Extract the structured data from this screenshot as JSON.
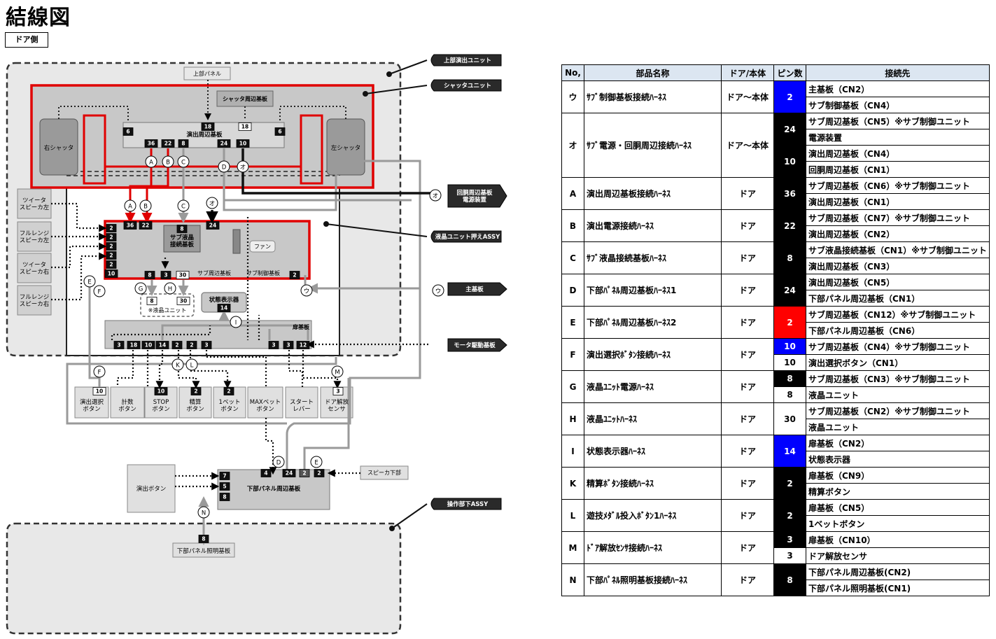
{
  "title": "結線図",
  "subtitle": "ドア側",
  "colors": {
    "harness_red": "#e00000",
    "gray_line": "#9a9a9a",
    "panel": "#c8c8c8",
    "pin_blue": "#0000ff",
    "pin_red": "#ff0000"
  },
  "diagram": {
    "callouts": [
      {
        "text": "上部演出ユニット"
      },
      {
        "text": "シャッタユニット"
      },
      {
        "text": "回胴周辺基板\n電源装置"
      },
      {
        "text": "液晶ユニット押えASSY"
      },
      {
        "text": "主基板"
      },
      {
        "text": "モータ駆動基板"
      },
      {
        "text": "操作部下ASSY"
      }
    ],
    "boxes": [
      {
        "text": "上部パネル"
      },
      {
        "text": "シャッタ周辺基板"
      },
      {
        "text": "右シャッタ"
      },
      {
        "text": "左シャッタ"
      },
      {
        "text": "演出周辺基板"
      },
      {
        "text": "ツイータ\nスピーカ左"
      },
      {
        "text": "フルレンジ\nスピーカ左"
      },
      {
        "text": "ツイータ\nスピーカ右"
      },
      {
        "text": "フルレンジ\nスピーカ右"
      },
      {
        "text": "サブ液晶\n接続基板"
      },
      {
        "text": "ファン"
      },
      {
        "text": "サブ周辺基板"
      },
      {
        "text": "サブ制御基板"
      },
      {
        "text": "※液晶ユニット"
      },
      {
        "text": "状態表示器"
      },
      {
        "text": "扉基板"
      },
      {
        "text": "演出選択\nボタン"
      },
      {
        "text": "計数\nボタン"
      },
      {
        "text": "STOP\nボタン"
      },
      {
        "text": "精算\nボタン"
      },
      {
        "text": "1ベット\nボタン"
      },
      {
        "text": "MAXベット\nボタン"
      },
      {
        "text": "スタート\nレバー"
      },
      {
        "text": "ドア解放\nセンサ"
      },
      {
        "text": "演出ボタン"
      },
      {
        "text": "下部パネル周辺基板"
      },
      {
        "text": "スピーカ下部"
      },
      {
        "text": "下部パネル照明基板"
      }
    ],
    "pins": [
      {
        "text": "18"
      },
      {
        "text": "18"
      },
      {
        "text": "6"
      },
      {
        "text": "6"
      },
      {
        "text": "36"
      },
      {
        "text": "22"
      },
      {
        "text": "8"
      },
      {
        "text": "24"
      },
      {
        "text": "10"
      },
      {
        "text": "36"
      },
      {
        "text": "22"
      },
      {
        "text": "8"
      },
      {
        "text": "24"
      },
      {
        "text": "2"
      },
      {
        "text": "2"
      },
      {
        "text": "2"
      },
      {
        "text": "2"
      },
      {
        "text": "2"
      },
      {
        "text": "10"
      },
      {
        "text": "8"
      },
      {
        "text": "3"
      },
      {
        "text": "30"
      },
      {
        "text": "2"
      },
      {
        "text": "8"
      },
      {
        "text": "30"
      },
      {
        "text": "14"
      },
      {
        "text": "3"
      },
      {
        "text": "18"
      },
      {
        "text": "10"
      },
      {
        "text": "14"
      },
      {
        "text": "2"
      },
      {
        "text": "2"
      },
      {
        "text": "3"
      },
      {
        "text": "3"
      },
      {
        "text": "3"
      },
      {
        "text": "12"
      },
      {
        "text": "10"
      },
      {
        "text": "10"
      },
      {
        "text": "2"
      },
      {
        "text": "2"
      },
      {
        "text": "3"
      },
      {
        "text": "7"
      },
      {
        "text": "5"
      },
      {
        "text": "8"
      },
      {
        "text": "4"
      },
      {
        "text": "24"
      },
      {
        "text": "2"
      },
      {
        "text": "2"
      },
      {
        "text": "8"
      }
    ],
    "connectors": [
      {
        "text": "A"
      },
      {
        "text": "B"
      },
      {
        "text": "C"
      },
      {
        "text": "D"
      },
      {
        "text": "オ"
      },
      {
        "text": "A"
      },
      {
        "text": "B"
      },
      {
        "text": "C"
      },
      {
        "text": "オ"
      },
      {
        "text": "オ"
      },
      {
        "text": "E"
      },
      {
        "text": "F"
      },
      {
        "text": "G"
      },
      {
        "text": "H"
      },
      {
        "text": "ウ"
      },
      {
        "text": "ウ"
      },
      {
        "text": "I"
      },
      {
        "text": "K"
      },
      {
        "text": "L"
      },
      {
        "text": "M"
      },
      {
        "text": "F"
      },
      {
        "text": "D"
      },
      {
        "text": "E"
      },
      {
        "text": "N"
      }
    ]
  },
  "table": {
    "headers": [
      "No,",
      "部品名称",
      "ドア/本体",
      "ピン数",
      "接続先"
    ],
    "rows": [
      {
        "no": "ウ",
        "name": "ｻﾌﾞ制御基板接続ﾊｰﾈｽ",
        "side": "ドア～本体",
        "pins": [
          {
            "v": "2",
            "style": "blue",
            "span": 2
          }
        ],
        "dest": [
          "主基板（CN2）",
          "サブ制御基板（CN4）"
        ]
      },
      {
        "no": "オ",
        "name": "ｻﾌﾞ電源・回胴周辺接続ﾊｰﾈｽ",
        "side": "ドア～本体",
        "pins": [
          {
            "v": "24",
            "style": "black",
            "span": 2
          },
          {
            "v": "10",
            "style": "black",
            "span": 2
          }
        ],
        "dest": [
          "サブ周辺基板（CN5）※サブ制御ユニット",
          "電源装置",
          "演出周辺基板（CN4）",
          "回胴周辺基板（CN1）"
        ]
      },
      {
        "no": "A",
        "name": "演出周辺基板接続ﾊｰﾈｽ",
        "side": "ドア",
        "pins": [
          {
            "v": "36",
            "style": "black",
            "span": 2
          }
        ],
        "dest": [
          "サブ周辺基板（CN6）※サブ制御ユニット",
          "演出周辺基板（CN1）"
        ]
      },
      {
        "no": "B",
        "name": "演出電源接続ﾊｰﾈｽ",
        "side": "ドア",
        "pins": [
          {
            "v": "22",
            "style": "black",
            "span": 2
          }
        ],
        "dest": [
          "サブ周辺基板（CN7）※サブ制御ユニット",
          "演出周辺基板（CN2）"
        ]
      },
      {
        "no": "C",
        "name": "ｻﾌﾞ液晶接続基板ﾊｰﾈｽ",
        "side": "ドア",
        "pins": [
          {
            "v": "8",
            "style": "black",
            "span": 2
          }
        ],
        "dest": [
          "サブ液晶接続基板（CN1）※サブ制御ユニット",
          "演出周辺基板（CN3）"
        ]
      },
      {
        "no": "D",
        "name": "下部ﾊﾟﾈﾙ周辺基板ﾊｰﾈｽ1",
        "side": "ドア",
        "pins": [
          {
            "v": "24",
            "style": "black",
            "span": 2
          }
        ],
        "dest": [
          "演出周辺基板（CN5）",
          "下部パネル周辺基板（CN1）"
        ]
      },
      {
        "no": "E",
        "name": "下部ﾊﾟﾈﾙ周辺基板ﾊｰﾈｽ2",
        "side": "ドア",
        "pins": [
          {
            "v": "2",
            "style": "red",
            "span": 2
          }
        ],
        "dest": [
          "サブ周辺基板（CN12）※サブ制御ユニット",
          "下部パネル周辺基板（CN6）"
        ]
      },
      {
        "no": "F",
        "name": "演出選択ﾎﾞﾀﾝ接続ﾊｰﾈｽ",
        "side": "ドア",
        "pins": [
          {
            "v": "10",
            "style": "blue",
            "span": 1
          },
          {
            "v": "10",
            "style": "white",
            "span": 1
          }
        ],
        "dest": [
          "サブ周辺基板（CN4）※サブ制御ユニット",
          "演出選択ボタン（CN1）"
        ]
      },
      {
        "no": "G",
        "name": "液晶ﾕﾆｯﾄ電源ﾊｰﾈｽ",
        "side": "ドア",
        "pins": [
          {
            "v": "8",
            "style": "black",
            "span": 1
          },
          {
            "v": "8",
            "style": "white",
            "span": 1
          }
        ],
        "dest": [
          "サブ周辺基板（CN3）※サブ制御ユニット",
          "液晶ユニット"
        ]
      },
      {
        "no": "H",
        "name": "液晶ﾕﾆｯﾄﾊｰﾈｽ",
        "side": "ドア",
        "pins": [
          {
            "v": "30",
            "style": "white",
            "span": 2
          }
        ],
        "dest": [
          "サブ周辺基板（CN2）※サブ制御ユニット",
          "液晶ユニット"
        ]
      },
      {
        "no": "I",
        "name": "状態表示器ﾊｰﾈｽ",
        "side": "ドア",
        "pins": [
          {
            "v": "14",
            "style": "blue",
            "span": 2
          }
        ],
        "dest": [
          "扉基板（CN2）",
          "状態表示器"
        ]
      },
      {
        "no": "K",
        "name": "精算ﾎﾞﾀﾝ接続ﾊｰﾈｽ",
        "side": "ドア",
        "pins": [
          {
            "v": "2",
            "style": "black",
            "span": 2
          }
        ],
        "dest": [
          "扉基板（CN9）",
          "精算ボタン"
        ]
      },
      {
        "no": "L",
        "name": "遊技ﾒﾀﾞﾙ投入ﾎﾞﾀﾝ1ﾊｰﾈｽ",
        "side": "ドア",
        "pins": [
          {
            "v": "2",
            "style": "black",
            "span": 2
          }
        ],
        "dest": [
          "扉基板（CN5）",
          "1ベットボタン"
        ]
      },
      {
        "no": "M",
        "name": "ﾄﾞｱ解放ｾﾝｻ接続ﾊｰﾈｽ",
        "side": "ドア",
        "pins": [
          {
            "v": "3",
            "style": "black",
            "span": 1
          },
          {
            "v": "3",
            "style": "white",
            "span": 1
          }
        ],
        "dest": [
          "扉基板（CN10）",
          "ドア解放センサ"
        ]
      },
      {
        "no": "N",
        "name": "下部ﾊﾟﾈﾙ照明基板接続ﾊｰﾈｽ",
        "side": "ドア",
        "pins": [
          {
            "v": "8",
            "style": "black",
            "span": 2
          }
        ],
        "dest": [
          "下部パネル周辺基板(CN2)",
          "下部パネル照明基板(CN1)"
        ]
      }
    ]
  }
}
